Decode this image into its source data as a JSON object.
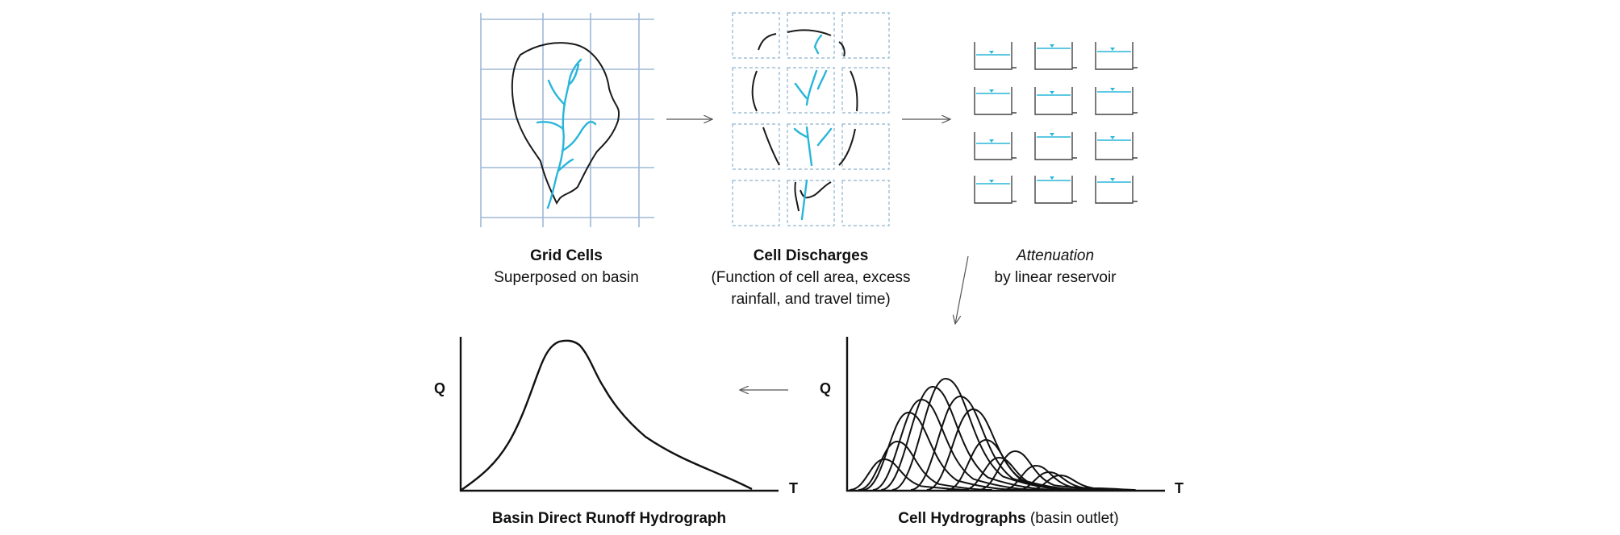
{
  "steps": {
    "grid": {
      "title": "Grid Cells",
      "subtitle": "Superposed on basin"
    },
    "discharges": {
      "title": "Cell Discharges",
      "subtitle_1": "(Function of cell area, excess",
      "subtitle_2": "rainfall, and travel time)"
    },
    "attenuation": {
      "title": "Attenuation",
      "subtitle": "by linear reservoir"
    }
  },
  "hydrographs": {
    "basin": {
      "title": "Basin Direct Runoff Hydrograph",
      "y_label": "Q",
      "x_label": "T"
    },
    "cells": {
      "title_bold": "Cell Hydrographs",
      "title_rest": " (basin outlet)",
      "y_label": "Q",
      "x_label": "T"
    }
  },
  "colors": {
    "grid_line": "#9fb8d6",
    "stream": "#29b6d9",
    "outline": "#1a1a1a",
    "dashed_cell": "#8fb4cf",
    "arrow": "#555555"
  }
}
